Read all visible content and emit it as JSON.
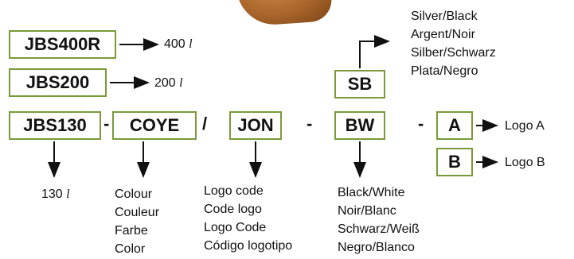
{
  "models": [
    {
      "code": "JBS400R",
      "volume": "400",
      "unit": "l"
    },
    {
      "code": "JBS200",
      "volume": "200",
      "unit": "l"
    },
    {
      "code": "JBS130",
      "volume": "130",
      "unit": "l"
    }
  ],
  "colour_code": "COYE",
  "logo_code": "JON",
  "frame_codes": [
    "SB",
    "BW"
  ],
  "logo_options": [
    {
      "code": "A",
      "label": "Logo A"
    },
    {
      "code": "B",
      "label": "Logo B"
    }
  ],
  "separators": {
    "dash": "-",
    "slash": "/"
  },
  "descriptions": {
    "colour": [
      "Colour",
      "Couleur",
      "Farbe",
      "Color"
    ],
    "logo_code": [
      "Logo code",
      "Code logo",
      "Logo Code",
      "Código logotipo"
    ],
    "bw": [
      "Black/White",
      "Noir/Blanc",
      "Schwarz/Weiß",
      "Negro/Blanco"
    ],
    "sb": [
      "Silver/Black",
      "Argent/Noir",
      "Silber/Schwarz",
      "Plata/Negro"
    ]
  },
  "colors": {
    "box_border": "#7a9a3a",
    "text": "#111111"
  }
}
